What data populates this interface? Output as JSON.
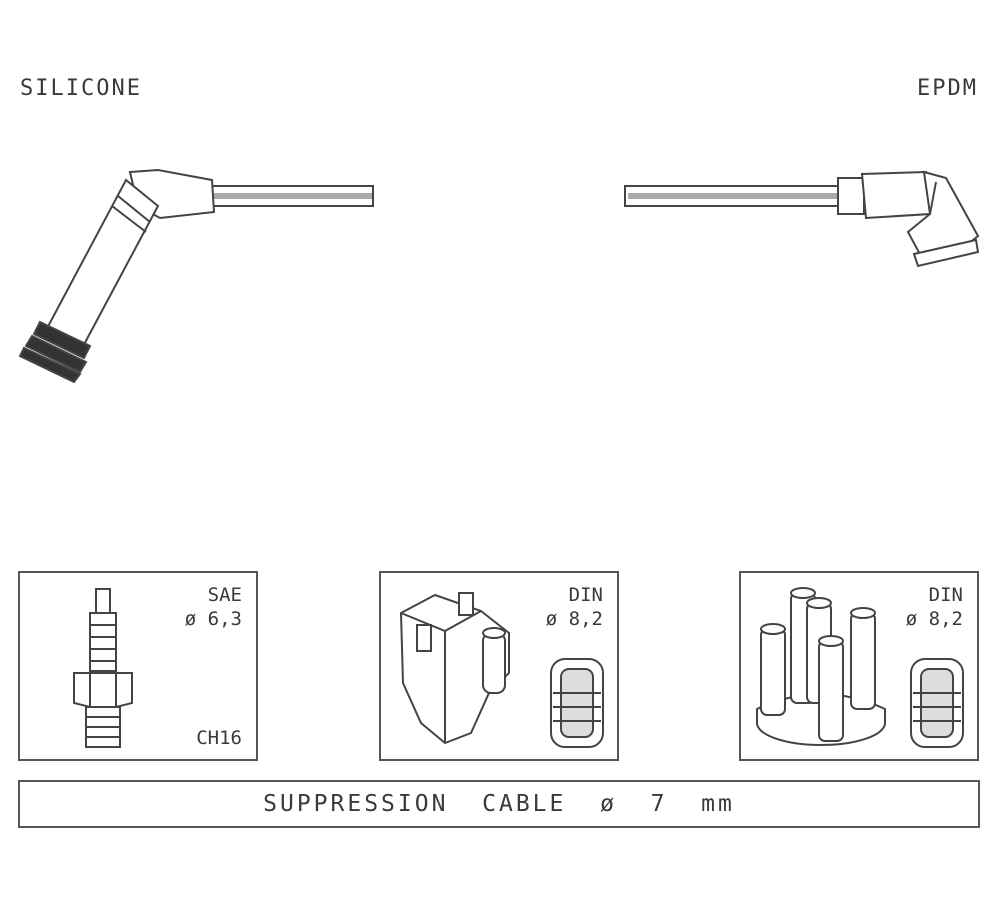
{
  "labels": {
    "left_material": "SILICONE",
    "right_material": "EPDM"
  },
  "panels": [
    {
      "spec_line1": "SAE",
      "spec_line2": "ø 6,3",
      "code": "CH16"
    },
    {
      "spec_line1": "DIN",
      "spec_line2": "ø 8,2"
    },
    {
      "spec_line1": "DIN",
      "spec_line2": "ø 8,2"
    }
  ],
  "cable": {
    "text": "SUPPRESSION  CABLE  ø  7  mm"
  }
}
